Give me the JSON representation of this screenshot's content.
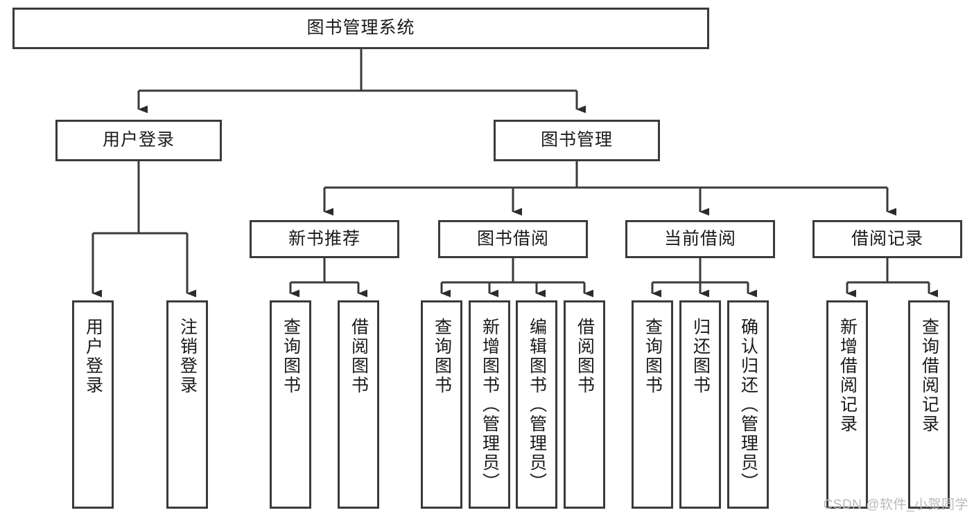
{
  "diagram": {
    "type": "tree-hierarchy-flowchart",
    "title": "图书管理系统",
    "style": {
      "box_border": "#3a3a3a",
      "box_fill": "#ffffff",
      "line": "#3a3a3a",
      "text": "#1a1a1a",
      "watermark": "#b9b9b9"
    },
    "levels": {
      "root": {
        "label": "图书管理系统"
      },
      "level1": [
        {
          "id": "user-login",
          "label": "用户登录"
        },
        {
          "id": "book-management",
          "label": "图书管理"
        }
      ],
      "level2": [
        {
          "id": "new-book-recommend",
          "label": "新书推荐",
          "parent": "book-management"
        },
        {
          "id": "book-borrow",
          "label": "图书借阅",
          "parent": "book-management"
        },
        {
          "id": "current-borrow",
          "label": "当前借阅",
          "parent": "book-management"
        },
        {
          "id": "borrow-record",
          "label": "借阅记录",
          "parent": "book-management"
        }
      ],
      "leaves": [
        {
          "id": "leaf-1",
          "label": "用户登录",
          "parent": "user-login"
        },
        {
          "id": "leaf-2",
          "label": "注销登录",
          "parent": "user-login"
        },
        {
          "id": "leaf-3",
          "label": "查询图书",
          "parent": "new-book-recommend"
        },
        {
          "id": "leaf-4",
          "label": "借阅图书",
          "parent": "new-book-recommend"
        },
        {
          "id": "leaf-5",
          "label": "查询图书",
          "parent": "book-borrow"
        },
        {
          "id": "leaf-6",
          "label": "新增图书（管理员）",
          "parent": "book-borrow"
        },
        {
          "id": "leaf-7",
          "label": "编辑图书（管理员）",
          "parent": "book-borrow"
        },
        {
          "id": "leaf-8",
          "label": "借阅图书",
          "parent": "book-borrow"
        },
        {
          "id": "leaf-9",
          "label": "查询图书",
          "parent": "current-borrow"
        },
        {
          "id": "leaf-10",
          "label": "归还图书",
          "parent": "current-borrow"
        },
        {
          "id": "leaf-11",
          "label": "确认归还（管理员）",
          "parent": "current-borrow"
        },
        {
          "id": "leaf-12",
          "label": "新增借阅记录",
          "parent": "borrow-record"
        },
        {
          "id": "leaf-13",
          "label": "查询借阅记录",
          "parent": "borrow-record"
        }
      ]
    }
  },
  "watermark": {
    "text": "CSDN @软件_小贺同学"
  }
}
